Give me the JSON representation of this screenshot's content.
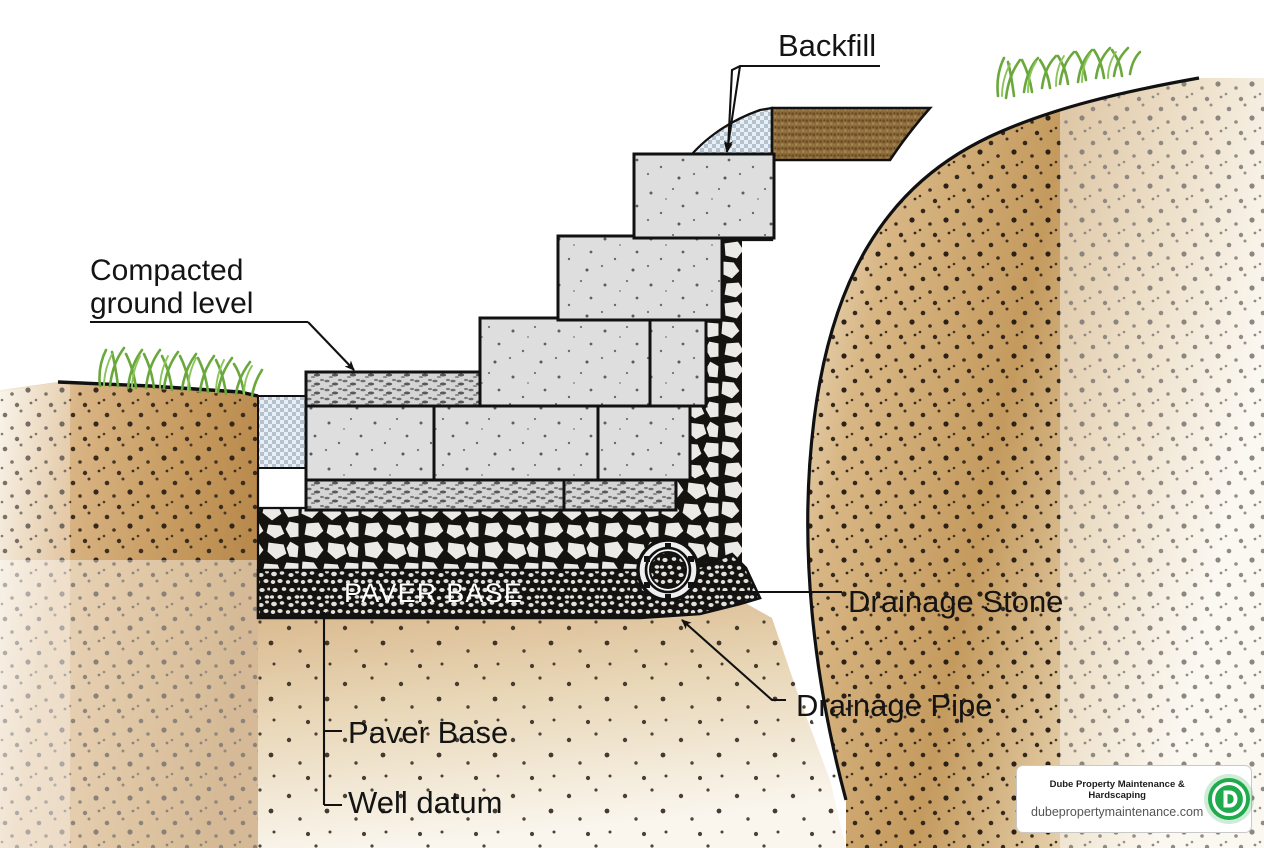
{
  "diagram": {
    "title": "Segmental retaining wall cross-section",
    "labels": {
      "backfill": "Backfill",
      "compacted_ground_level_line1": "Compacted",
      "compacted_ground_level_line2": "ground level",
      "drainage_stone": "Drainage Stone",
      "drainage_pipe": "Drainage Pipe",
      "paver_base_leader": "Paver Base",
      "well_datum": "Well datum",
      "paver_base_overlay": "PAVER BASE"
    },
    "colors": {
      "soil_light": "#e9d9bf",
      "soil_mid": "#c9a26a",
      "soil_dark": "#b98b4f",
      "topsoil_backfill": "#8a6a3a",
      "aggregate_blue": "#ccd6e0",
      "block_face": "#dcdcdc",
      "cap_block": "#cfcfcf",
      "drainage_stone": "#e6e6e6",
      "paver_base": "#d2d2d2",
      "grass_green": "#6aa83c",
      "outline": "#111111",
      "label_text": "#141414",
      "logo_green": "#1faa4b"
    }
  },
  "logo": {
    "company_line1": "Dube Property Maintenance &",
    "company_line2": "Hardscaping",
    "website": "dubepropertymaintenance.com",
    "mark_letter": "D"
  }
}
